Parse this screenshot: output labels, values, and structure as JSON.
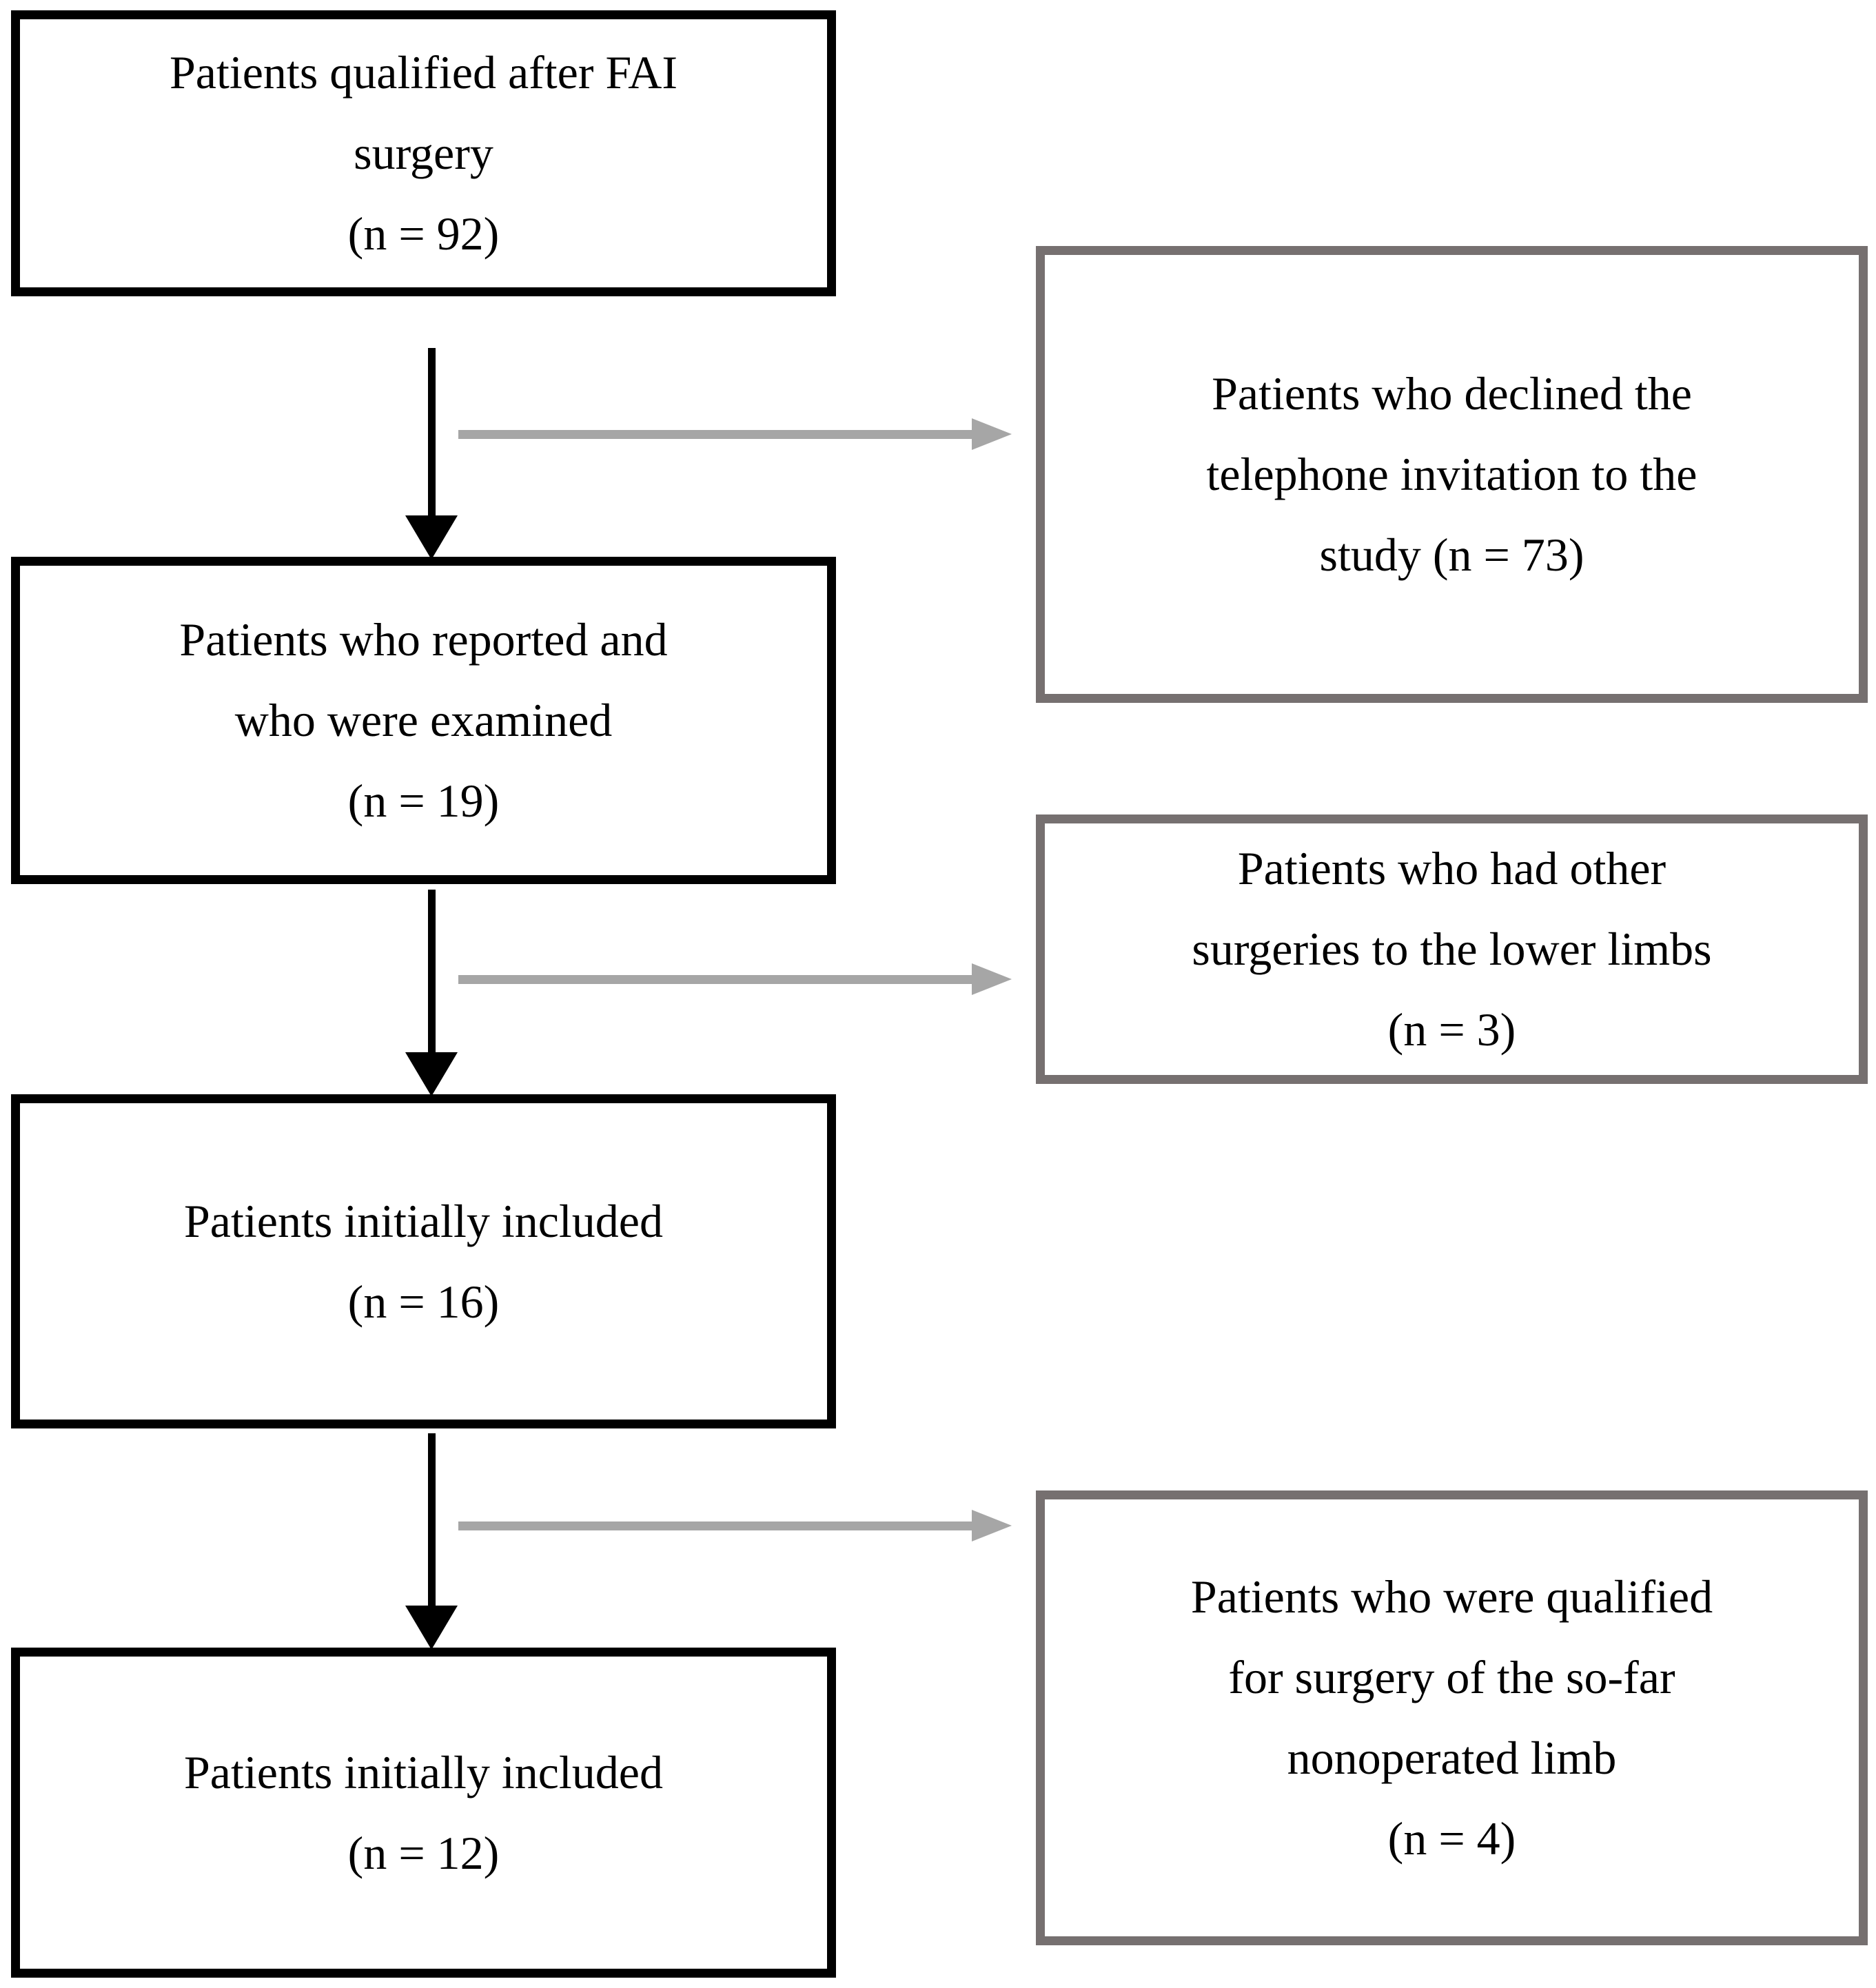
{
  "diagram": {
    "title": "Patient flow diagram for FAI surgery study",
    "colors": {
      "included_border": "#000000",
      "excluded_border": "#767070",
      "exclusion_arrow": "#A6A6A6",
      "flow_arrow": "#000000",
      "background": "#FFFFFF",
      "text": "#000000"
    },
    "included_boxes": [
      {
        "id": "qualified",
        "lines": [
          "Patients qualified after FAI",
          "surgery"
        ],
        "count_prefix": "(",
        "count_label": "n",
        "count_eq": " = ",
        "count_value": "92",
        "count_suffix": ")",
        "count_text": "(n = 92)"
      },
      {
        "id": "reported-examined",
        "lines": [
          "Patients who reported and",
          "who were examined"
        ],
        "count_prefix": "(",
        "count_label": "n",
        "count_eq": " = ",
        "count_value": "19",
        "count_suffix": ")",
        "count_text": "(n = 19)"
      },
      {
        "id": "initially-included-16",
        "lines": [
          "Patients initially included"
        ],
        "count_prefix": "(",
        "count_label": "n",
        "count_eq": " = ",
        "count_value": "16",
        "count_suffix": ")",
        "count_text": "(n = 16)"
      },
      {
        "id": "initially-included-12",
        "lines": [
          "Patients initially included"
        ],
        "count_prefix": "(",
        "count_label": "n",
        "count_eq": " = ",
        "count_value": "12",
        "count_suffix": ")",
        "count_text": "(n = 12)"
      }
    ],
    "excluded_boxes": [
      {
        "id": "declined-invitation",
        "lines": [
          "Patients who declined the",
          "telephone invitation to the"
        ],
        "last_line_prefix": "study (",
        "count_label": "n",
        "count_eq": " = ",
        "count_value": "73",
        "count_suffix": ")",
        "count_text": "study (n = 73)"
      },
      {
        "id": "other-lower-limb-surgeries",
        "lines": [
          "Patients who had other",
          "surgeries to the lower limbs"
        ],
        "last_line_prefix": "(",
        "count_label": "n",
        "count_eq": " = ",
        "count_value": "3",
        "count_suffix": ")",
        "count_text": "(n = 3)"
      },
      {
        "id": "qualified-nonoperated-limb",
        "lines": [
          "Patients who were qualified",
          "for surgery of the so-far",
          "nonoperated limb"
        ],
        "last_line_prefix": "(",
        "count_label": "n",
        "count_eq": " = ",
        "count_value": "4",
        "count_suffix": ")",
        "count_text": "(n = 4)"
      }
    ],
    "flow_arrows": [
      {
        "id": "arrow-qualified-to-examined"
      },
      {
        "id": "arrow-examined-to-included16"
      },
      {
        "id": "arrow-included16-to-included12"
      }
    ],
    "exclusion_arrows": [
      {
        "id": "arrow-to-declined"
      },
      {
        "id": "arrow-to-other-surgeries"
      },
      {
        "id": "arrow-to-nonoperated-limb"
      }
    ]
  }
}
